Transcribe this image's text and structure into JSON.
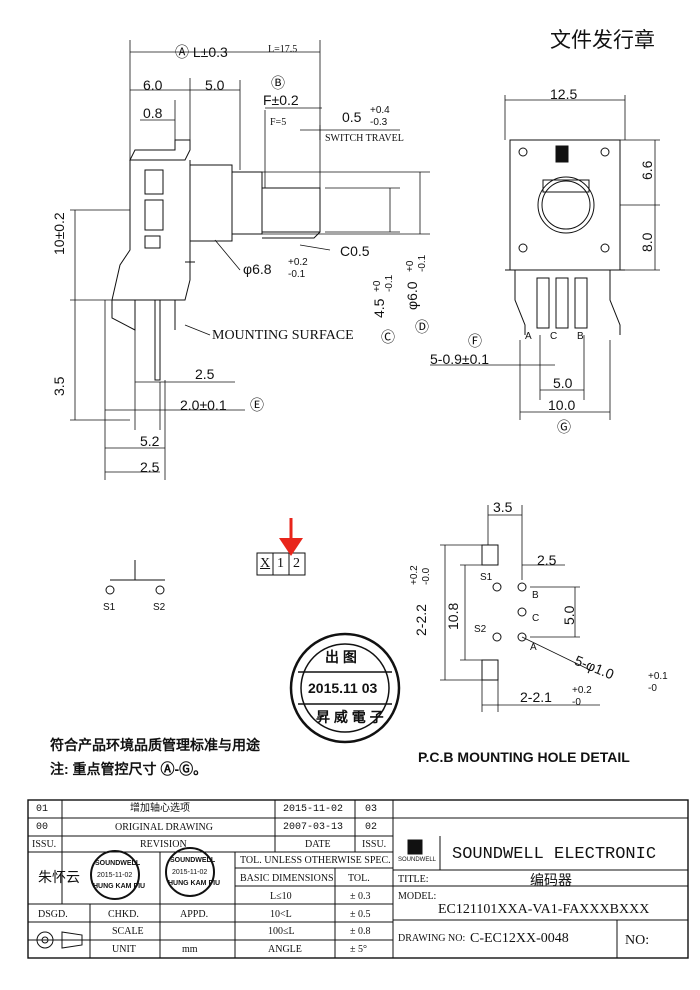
{
  "header_stamp": "文件发行章",
  "dims": {
    "A_tol": "Ⓐ L±0.3",
    "L_note": "L=17.5",
    "d6_0": "6.0",
    "d5_0": "5.0",
    "d0_8": "0.8",
    "B_label": "Ⓑ",
    "F_tol": "F±0.2",
    "F_note": "F=5",
    "sw_val": "0.5",
    "sw_tol_up": "+0.4",
    "sw_tol_dn": "-0.3",
    "switch_travel": "SWITCH TRAVEL",
    "h10": "10±0.2",
    "c05": "C0.5",
    "phi68": "φ6.8",
    "phi68_up": "+0.2",
    "phi68_dn": "-0.1",
    "d45": "4.5",
    "d45_up": "+0",
    "d45_dn": "-0.1",
    "C_label": "Ⓒ",
    "phi60": "φ6.0",
    "phi60_up": "+0",
    "phi60_dn": "-0.1",
    "D_label": "Ⓓ",
    "mounting_surface": "MOUNTING SURFACE",
    "d35": "3.5",
    "d25a": "2.5",
    "d20": "2.0±0.1",
    "E_label": "Ⓔ",
    "d52": "5.2",
    "d25b": "2.5",
    "w125": "12.5",
    "h66": "6.6",
    "h80": "8.0",
    "F_circle": "Ⓕ",
    "holes": "5-0.9±0.1",
    "w50": "5.0",
    "w100": "10.0",
    "G_label": "Ⓖ",
    "pin_a": "A",
    "pin_c": "C",
    "pin_b": "B"
  },
  "schematic": {
    "box_x": "X",
    "box_1": "1",
    "box_2": "2",
    "s1": "S1",
    "s2": "S2"
  },
  "pcb": {
    "d35": "3.5",
    "d25": "2.5",
    "d22": "2-2.2",
    "d22_up": "+0.2",
    "d22_dn": "-0.0",
    "d108": "10.8",
    "d50": "5.0",
    "d10": "5-φ1.0",
    "d10_up": "+0.1",
    "d10_dn": "-0",
    "d21": "2-2.1",
    "d21_up": "+0.2",
    "d21_dn": "-0",
    "s1": "S1",
    "s2": "S2",
    "a": "A",
    "b": "B",
    "c": "C",
    "title": "P.C.B MOUNTING HOLE DETAIL"
  },
  "stamp_round": {
    "top": "出 图",
    "date": "2015.11 03",
    "bottom": "昇 威 電 子"
  },
  "notes": {
    "line1": "符合产品环境品质管理标准与用途",
    "line2": "注: 重点管控尺寸 Ⓐ-Ⓖ。"
  },
  "title_block": {
    "rev_rows": [
      {
        "no": "01",
        "desc": "增加轴心选项",
        "date": "2015-11-02",
        "code": "03"
      },
      {
        "no": "00",
        "desc": "ORIGINAL  DRAWING",
        "date": "2007-03-13",
        "code": "02"
      }
    ],
    "h_issu": "ISSU.",
    "h_revision": "REVISION",
    "h_date": "DATE",
    "h_issu2": "ISSU.",
    "company_logo": "SOUNDWELL",
    "company": "SOUNDWELL  ELECTRONIC",
    "signer": "朱怀云",
    "stamp1_top": "SOUNDWELL",
    "stamp1_date": "2015-11-02",
    "stamp1_bot": "HUNG KAM PIU",
    "stamp2_top": "SOUNDWELL",
    "stamp2_date": "2015-11-02",
    "stamp2_bot": "HUNG KAM PIU",
    "tol_header": "TOL. UNLESS OTHERWISE SPEC.",
    "basic_dims": "BASIC DIMENSIONS",
    "tol": "TOL.",
    "tol_rows": [
      {
        "range": "L≤10",
        "tol": "± 0.3"
      },
      {
        "range": "10<L",
        "tol": "± 0.5"
      },
      {
        "range": "100≤L",
        "tol": "± 0.8"
      },
      {
        "range": "ANGLE",
        "tol": "± 5°"
      }
    ],
    "dsgd": "DSGD.",
    "chkd": "CHKD.",
    "appd": "APPD.",
    "scale": "SCALE",
    "unit": "UNIT",
    "unit_val": "mm",
    "title_label": "TITLE:",
    "title_val": "编码器",
    "model_label": "MODEL:",
    "model_val": "EC121101XXA-VA1-FAXXXBXXX",
    "drawing_no_label": "DRAWING NO:",
    "drawing_no_val": "C-EC12XX-0048",
    "no_label": "NO:"
  },
  "colors": {
    "arrow": "#e8251b",
    "ink": "#111111"
  }
}
